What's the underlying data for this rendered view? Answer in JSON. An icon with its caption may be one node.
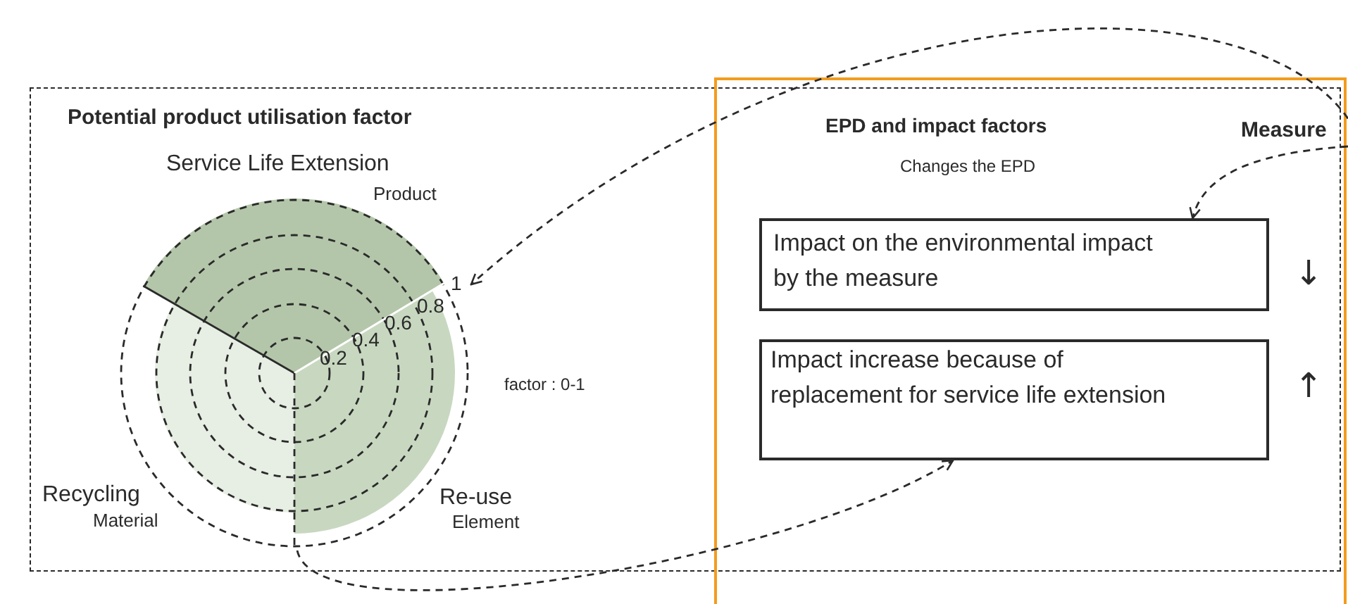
{
  "diagram": {
    "nodes": [
      {
        "text": [
          "Potential product utilisation factor"
        ]
      },
      {
        "text": [
          "EPD and impact factors",
          "Changes the EPD"
        ]
      },
      {
        "text": [
          "Impact on the environmental impact by the measure"
        ],
        "in": 1,
        "beside": [
          "↓"
        ]
      },
      {
        "text": [
          "Impact increase because of replacement for service life extension"
        ],
        "in": 1,
        "beside": [
          "↑"
        ]
      },
      {
        "text": [
          "Measure"
        ],
        "in": 1
      },
      {
        "text": [],
        "shape": "picture",
        "in": 0
      }
    ],
    "edges": [
      {
        "from": 4,
        "to": 5,
        "arrow": "to",
        "style": "dashed"
      },
      {
        "from": 4,
        "to": 2,
        "arrow": "to",
        "style": "dashed"
      },
      {
        "from": 5,
        "to": 3,
        "arrow": "to",
        "style": "dashed"
      }
    ],
    "labels": [
      "Service Life Extension",
      "Product",
      "0.2",
      "0.4",
      "0.6",
      "0.8",
      "1",
      "factor : 0-1",
      "Recycling",
      "Material",
      "Re-use",
      "Element"
    ]
  }
}
